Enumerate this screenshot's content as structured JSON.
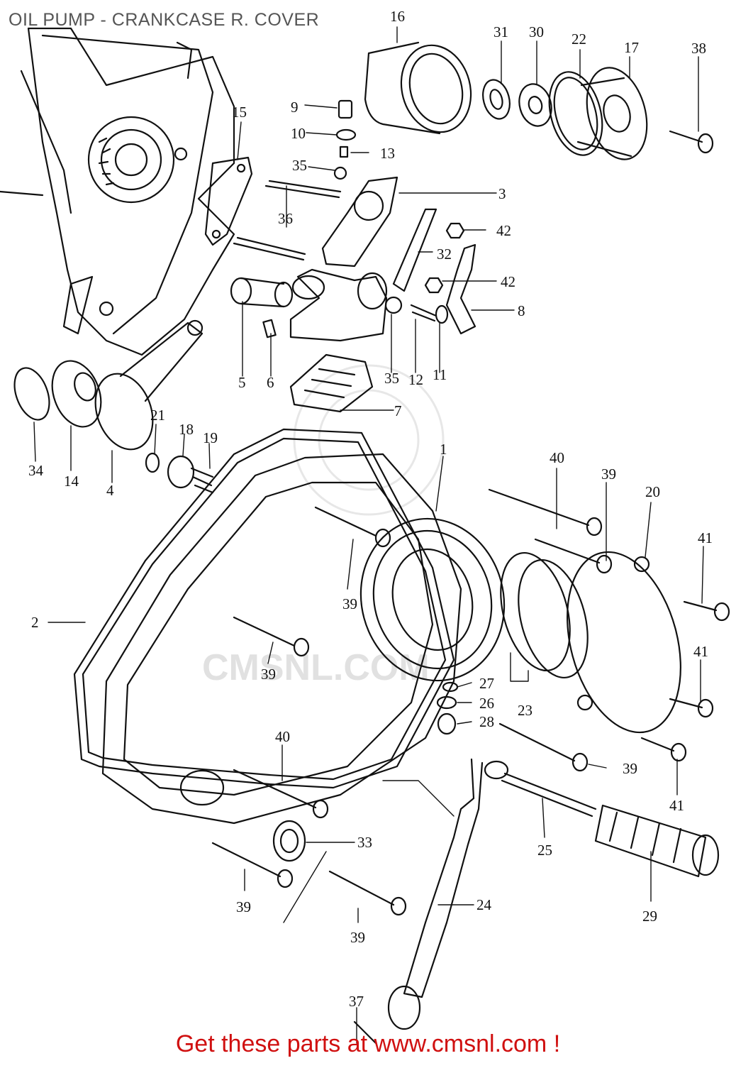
{
  "title": "OIL PUMP - CRANKCASE R. COVER",
  "footer": "Get these parts at www.cmsnl.com !",
  "watermark": "CMSNL.COM",
  "colors": {
    "footer": "#d01010",
    "title": "#555555",
    "line": "#111111"
  },
  "callouts": [
    "16",
    "31",
    "30",
    "22",
    "17",
    "38",
    "9",
    "15",
    "10",
    "13",
    "35",
    "3",
    "42",
    "36",
    "32",
    "42",
    "8",
    "5",
    "6",
    "35",
    "12",
    "11",
    "7",
    "34",
    "14",
    "4",
    "21",
    "18",
    "19",
    "1",
    "40",
    "39",
    "20",
    "41",
    "2",
    "39",
    "39",
    "27",
    "26",
    "28",
    "23",
    "41",
    "40",
    "39",
    "41",
    "33",
    "25",
    "29",
    "24",
    "39",
    "39",
    "37"
  ]
}
